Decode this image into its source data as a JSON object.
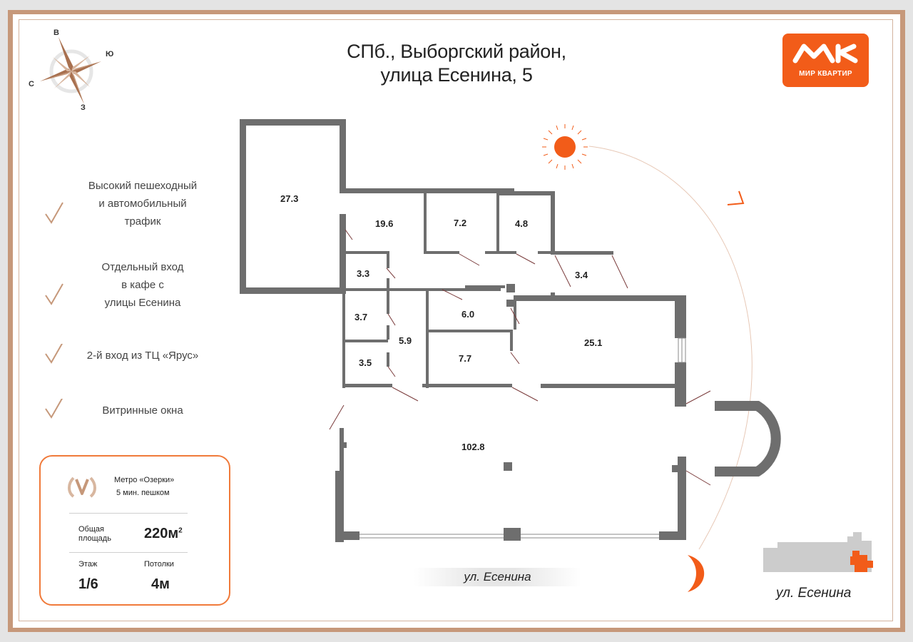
{
  "title": {
    "line1": "СПб., Выборгский район,",
    "line2": "улица Есенина, 5"
  },
  "logo": {
    "text": "МИР КВАРТИР",
    "color": "#f25c19"
  },
  "compass": {
    "north": "В",
    "east": "Ю",
    "south": "З",
    "west": "С"
  },
  "features": [
    {
      "lines": [
        "Высокий пешеходный",
        "и автомобильный",
        "трафик"
      ]
    },
    {
      "lines": [
        "Отдельный вход",
        "в кафе с",
        "улицы Есенина"
      ]
    },
    {
      "lines": [
        "2-й вход из ТЦ «Ярус»"
      ]
    },
    {
      "lines": [
        "Витринные окна"
      ]
    }
  ],
  "info": {
    "metro_name": "Метро «Озерки»",
    "metro_walk": "5 мин. пешком",
    "area_label_1": "Общая",
    "area_label_2": "площадь",
    "area_value": "220м",
    "area_unit_sup": "2",
    "floor_label": "Этаж",
    "floor_value": "1/6",
    "ceiling_label": "Потолки",
    "ceiling_value": "4м"
  },
  "rooms": {
    "r273": "27.3",
    "r196": "19.6",
    "r72": "7.2",
    "r48": "4.8",
    "r34": "3.4",
    "r33": "3.3",
    "r37": "3.7",
    "r35": "3.5",
    "r59": "5.9",
    "r60": "6.0",
    "r77": "7.7",
    "r251": "25.1",
    "r1028": "102.8"
  },
  "street_label_center": "ул. Есенина",
  "street_label_right": "ул. Есенина",
  "colors": {
    "accent": "#f25c19",
    "frame": "#c6987a",
    "wall": "#6e6e6e"
  }
}
